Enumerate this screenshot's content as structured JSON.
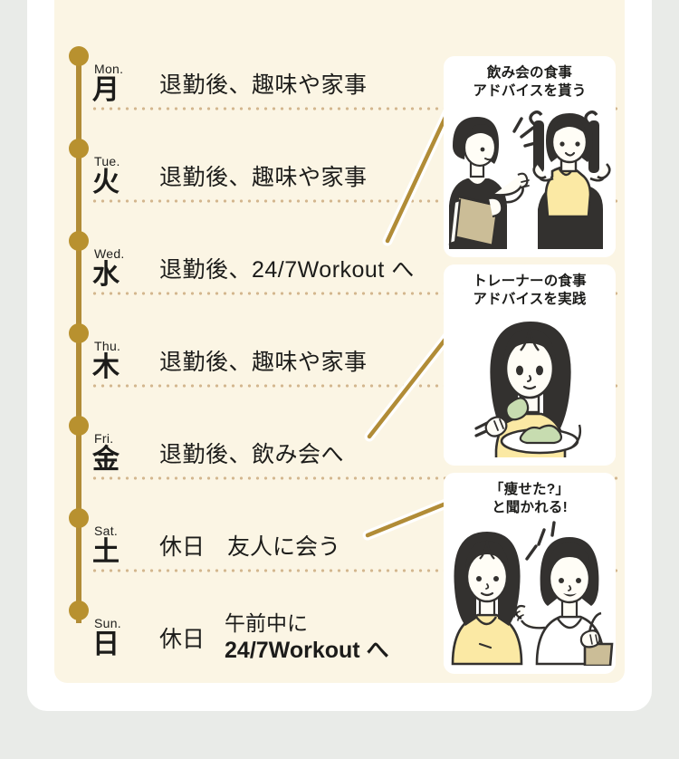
{
  "theme": {
    "page_bg": "#e9ebe8",
    "card_bg": "#ffffff",
    "panel_bg": "#fbf5e4",
    "accent_gold": "#b8912f",
    "line_gold": "#b18c37",
    "dot_tan": "#d3b78f",
    "text": "#1c1c1a",
    "illu_yellow": "#fbe9a4",
    "illu_dark": "#33312f",
    "illu_green": "#c7dcb0",
    "illu_tan": "#cbbd97"
  },
  "schedule": {
    "rows": [
      {
        "day_en": "Mon.",
        "day_jp": "月",
        "desc": "退勤後、趣味や家事",
        "bold": false,
        "rest": "",
        "line1": "",
        "line2": ""
      },
      {
        "day_en": "Tue.",
        "day_jp": "火",
        "desc": "退勤後、趣味や家事",
        "bold": false,
        "rest": "",
        "line1": "",
        "line2": ""
      },
      {
        "day_en": "Wed.",
        "day_jp": "水",
        "desc": "退勤後、24/7Workout へ",
        "bold": false,
        "rest": "",
        "line1": "",
        "line2": ""
      },
      {
        "day_en": "Thu.",
        "day_jp": "木",
        "desc": "退勤後、趣味や家事",
        "bold": false,
        "rest": "",
        "line1": "",
        "line2": ""
      },
      {
        "day_en": "Fri.",
        "day_jp": "金",
        "desc": "退勤後、飲み会へ",
        "bold": false,
        "rest": "",
        "line1": "",
        "line2": ""
      },
      {
        "day_en": "Sat.",
        "day_jp": "土",
        "desc": "",
        "bold": false,
        "rest": "休日　友人に会う",
        "line1": "",
        "line2": ""
      },
      {
        "day_en": "Sun.",
        "day_jp": "日",
        "desc": "",
        "bold": false,
        "rest": "休日",
        "line1": "午前中に",
        "line2": "24/7Workout へ"
      }
    ]
  },
  "callouts": [
    {
      "id": "drinking-party-advice",
      "caption_line1": "飲み会の食事",
      "caption_line2": "アドバイスを貰う",
      "illustration": "trainer-advising-client-at-gym"
    },
    {
      "id": "trainer-diet-advice",
      "caption_line1": "トレーナーの食事",
      "caption_line2": "アドバイスを実践",
      "illustration": "woman-eating-salad"
    },
    {
      "id": "friends-notice-weight-loss",
      "caption_line1": "「痩せた?」",
      "caption_line2": "と聞かれる!",
      "illustration": "two-friends-walking"
    }
  ]
}
